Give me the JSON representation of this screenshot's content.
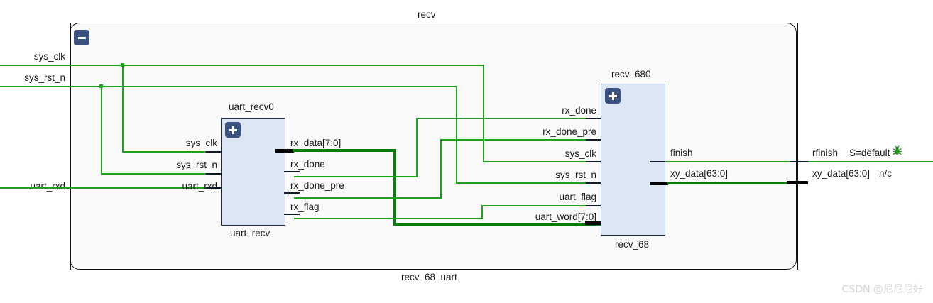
{
  "diagram": {
    "title": "recv",
    "footer": "recv_68_uart",
    "collapse_badge": "minus",
    "colors": {
      "wire": "#1fa01f",
      "bus": "#0a7a0a",
      "block_fill": "#dce6f5",
      "block_stroke": "#1b2b44",
      "badge": "#3a5182",
      "container_fill": "#fafafa"
    }
  },
  "top_ports": {
    "inputs": [
      {
        "name": "sys_clk"
      },
      {
        "name": "sys_rst_n"
      },
      {
        "name": "uart_rxd"
      }
    ],
    "outputs": [
      {
        "name": "rfinish",
        "annotation": "S=default",
        "icon": "bug-icon"
      },
      {
        "name": "xy_data[63:0]",
        "annotation": "n/c",
        "icon": ""
      }
    ]
  },
  "blocks": [
    {
      "id": "uart_recv0",
      "instance_label": "uart_recv0",
      "module_label": "uart_recv",
      "badge": "plus",
      "inputs": [
        {
          "name": "sys_clk"
        },
        {
          "name": "sys_rst_n"
        },
        {
          "name": "uart_rxd"
        }
      ],
      "outputs": [
        {
          "name": "rx_data[7:0]",
          "bus": true
        },
        {
          "name": "rx_done",
          "bus": false
        },
        {
          "name": "rx_done_pre",
          "bus": false
        },
        {
          "name": "rx_flag",
          "bus": false
        }
      ]
    },
    {
      "id": "recv_680",
      "instance_label": "recv_680",
      "module_label": "recv_68",
      "badge": "plus",
      "inputs": [
        {
          "name": "rx_done"
        },
        {
          "name": "rx_done_pre"
        },
        {
          "name": "sys_clk"
        },
        {
          "name": "sys_rst_n"
        },
        {
          "name": "uart_flag"
        },
        {
          "name": "uart_word[7:0]"
        }
      ],
      "outputs": [
        {
          "name": "finish",
          "bus": false
        },
        {
          "name": "xy_data[63:0]",
          "bus": true
        }
      ]
    }
  ],
  "watermark": "CSDN @尼尼尼好"
}
